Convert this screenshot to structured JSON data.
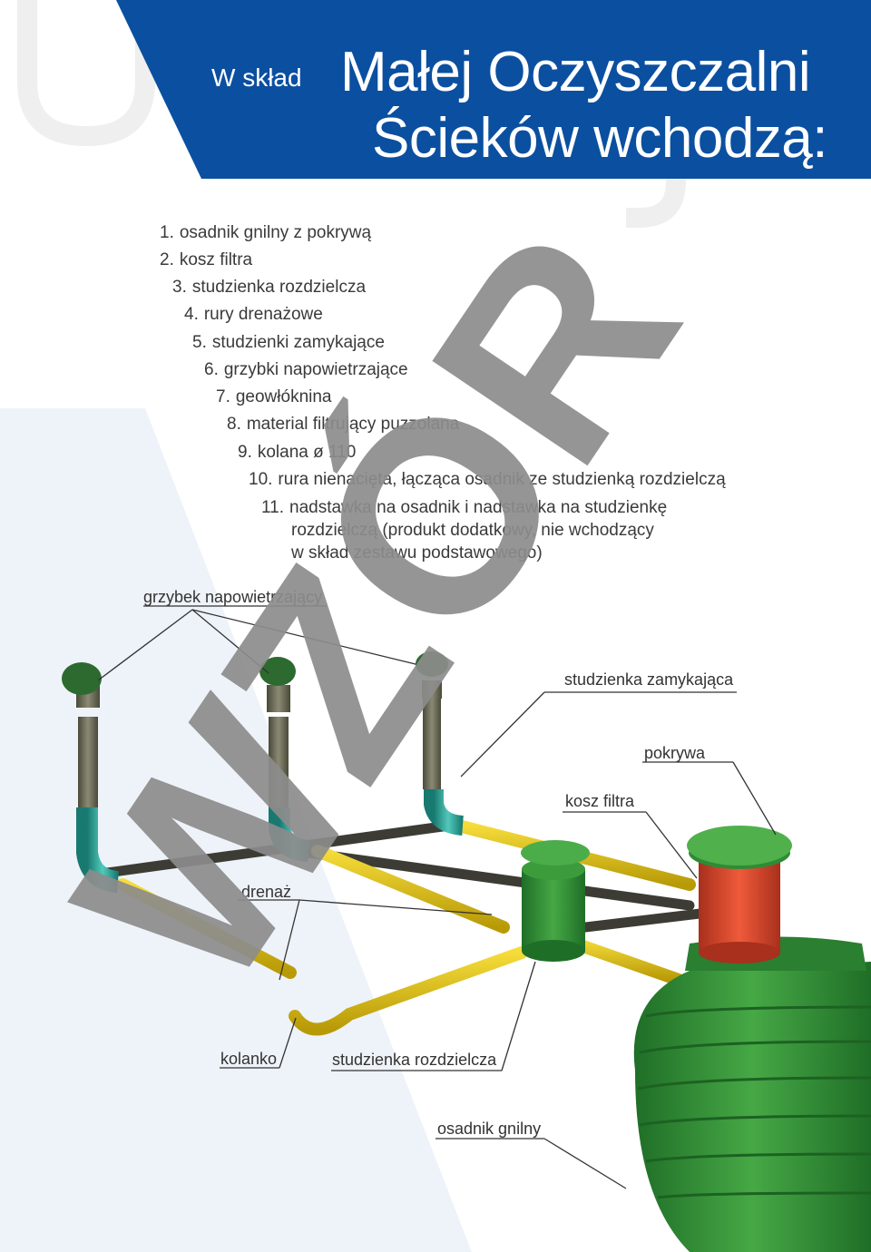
{
  "header": {
    "small": "W skład",
    "line1": "Małej Oczyszczalni",
    "line2": "Ścieków wchodzą:"
  },
  "components": [
    {
      "num": "1.",
      "text": "osadnik gnilny z pokrywą"
    },
    {
      "num": "2.",
      "text": "kosz filtra"
    },
    {
      "num": "3.",
      "text": "studzienka rozdzielcza"
    },
    {
      "num": "4.",
      "text": "rury drenażowe"
    },
    {
      "num": "5.",
      "text": "studzienki zamykające"
    },
    {
      "num": "6.",
      "text": "grzybki napowietrzające"
    },
    {
      "num": "7.",
      "text": "geowłóknina"
    },
    {
      "num": "8.",
      "text": "material filtrujący puzzolana"
    },
    {
      "num": "9.",
      "text": "kolana ø 110"
    },
    {
      "num": "10.",
      "text": "rura nienacięta, łącząca osadnik ze studzienką rozdzielczą"
    },
    {
      "num": "11.",
      "text": "nadstawka na osadnik i nadstawka na studzienkę"
    }
  ],
  "component_11_cont": [
    "rozdzielczą (produkt dodatkowy, nie wchodzący",
    "w skład zestawu podstawowego)"
  ],
  "labels": {
    "grzybek": "grzybek napowietrzający",
    "zamykajaca": "studzienka zamykająca",
    "pokrywa": "pokrywa",
    "kosz": "kosz filtra",
    "drenaz": "drenaż",
    "kolanko": "kolanko",
    "rozdzielcza": "studzienka rozdzielcza",
    "osadnik": "osadnik gnilny"
  },
  "watermark": "WZÓR",
  "colors": {
    "header_blue": "#0b4fa0",
    "pipe_yellow": "#e6c617",
    "tank_green": "#2e8b35",
    "filter_red": "#d9452b",
    "teal": "#2aa59a",
    "watermark_gray": "#8c8c8c"
  }
}
